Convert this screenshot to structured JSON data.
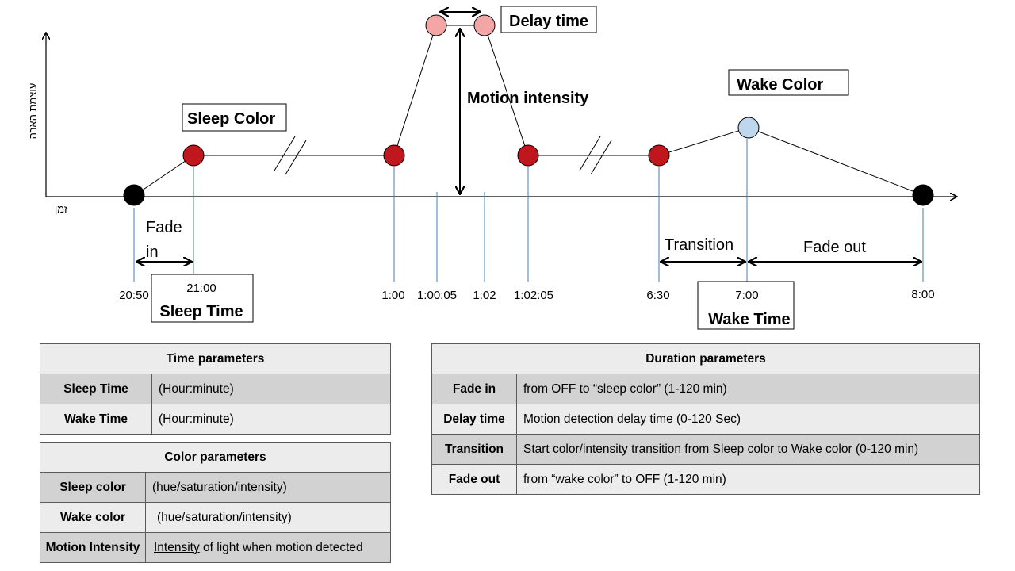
{
  "diagram": {
    "y_axis_label": "עוצמת הארה",
    "x_axis_label": "זמן",
    "labels": {
      "delay_time": "Delay time",
      "motion_intensity": "Motion intensity",
      "wake_color": "Wake Color",
      "sleep_color": "Sleep Color",
      "fade_in_1": "Fade",
      "fade_in_2": "in",
      "transition": "Transition",
      "fade_out": "Fade out",
      "sleep_time": "Sleep Time",
      "wake_time": "Wake Time"
    },
    "times": {
      "t2050": "20:50",
      "t2100": "21:00",
      "t100": "1:00",
      "t10005": "1:00:05",
      "t102": "1:02",
      "t10205": "1:02:05",
      "t630": "6:30",
      "t700": "7:00",
      "t800": "8:00"
    },
    "colors": {
      "off": "#000000",
      "sleep": "#c0161d",
      "motion": "#f4a6a6",
      "wake": "#bdd7ee",
      "marker": "#4a7eb5"
    }
  },
  "time_table": {
    "header": "Time parameters",
    "rows": [
      {
        "name": "Sleep Time",
        "value": "(Hour:minute)"
      },
      {
        "name": "Wake Time",
        "value": "(Hour:minute)"
      }
    ]
  },
  "color_table": {
    "header": "Color parameters",
    "rows": [
      {
        "name": "Sleep color",
        "value": "(hue/saturation/intensity)"
      },
      {
        "name": "Wake color",
        "value": "(hue/saturation/intensity)"
      },
      {
        "name": "Motion Intensity",
        "value_underlined": "Intensity",
        "value_rest": " of light when motion detected"
      }
    ]
  },
  "duration_table": {
    "header": "Duration parameters",
    "rows": [
      {
        "name": "Fade in",
        "value": "from OFF to “sleep color” (1-120 min)"
      },
      {
        "name": "Delay time",
        "value": "Motion detection delay time  (0-120 Sec)"
      },
      {
        "name": "Transition",
        "value": "Start color/intensity transition from Sleep color to Wake color (0-120 min)"
      },
      {
        "name": "Fade out",
        "value": "from “wake color” to OFF (1-120 min)"
      }
    ]
  }
}
